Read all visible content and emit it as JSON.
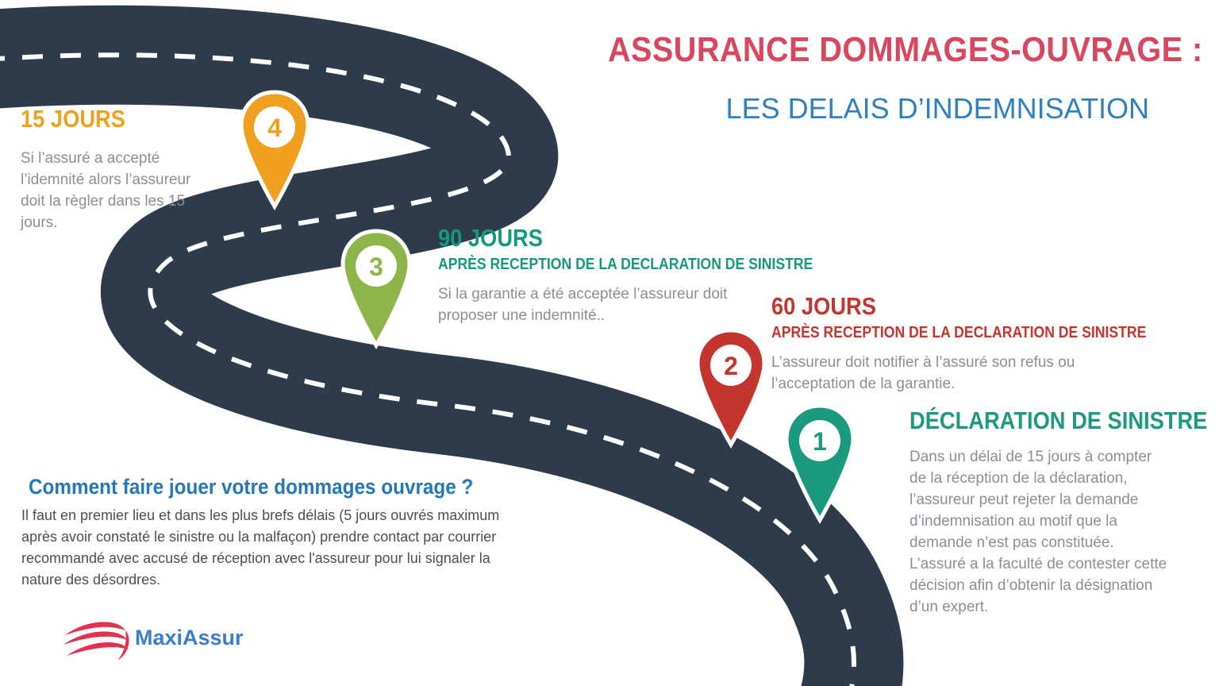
{
  "header": {
    "title": "ASSURANCE DOMMAGES-OUVRAGE :",
    "subtitle": "LES DELAIS D’INDEMNISATION"
  },
  "colors": {
    "title": "#d9465f",
    "subtitle": "#2f80c0",
    "road": "#2d3b4a",
    "step1": "#1b9a80",
    "step2": "#c3352d",
    "step3": "#8db54a",
    "step4": "#f0a01e",
    "step3_text": "#16987c",
    "how": "#2477b8",
    "logo_text": "#3b7ec8",
    "logo_mark": "#e2324e"
  },
  "steps": [
    {
      "number": "1",
      "title": "DÉCLARATION DE SINISTRE",
      "subtitle": "",
      "text": "Dans un délai de 15 jours à compter de la réception de la déclaration, l’assureur peut rejeter la demande d’indemnisation au motif que la demande n’est pas constituée. L’assuré a la faculté de contester cette décision afin d’obtenir la désignation d’un expert."
    },
    {
      "number": "2",
      "title": "60 JOURS",
      "subtitle": "APRÈS RECEPTION DE LA DECLARATION DE SINISTRE",
      "text": "L’assureur doit notifier  à l’assuré son refus ou l’acceptation de la garantie."
    },
    {
      "number": "3",
      "title": "90 JOURS",
      "subtitle": "APRÈS RECEPTION DE LA DECLARATION DE SINISTRE",
      "text": "Si la garantie a été acceptée l’assureur doit proposer une indemnité.."
    },
    {
      "number": "4",
      "title": "15 JOURS",
      "subtitle": "",
      "text": "Si l’assuré a accepté l’idemnité alors l’assureur doit la règler dans les 15 jours."
    }
  ],
  "how": {
    "title": "Comment faire jouer votre dommages ouvrage ?",
    "text": "Il faut en premier lieu et dans les plus brefs délais (5 jours ouvrés maximum après avoir constaté le sinistre ou la malfaçon) prendre contact par courrier recommandé avec accusé de réception avec l'assureur pour lui signaler la nature des désordres."
  },
  "logo": {
    "name": "MaxiAssur",
    "icon": "swoosh-logo-icon"
  }
}
